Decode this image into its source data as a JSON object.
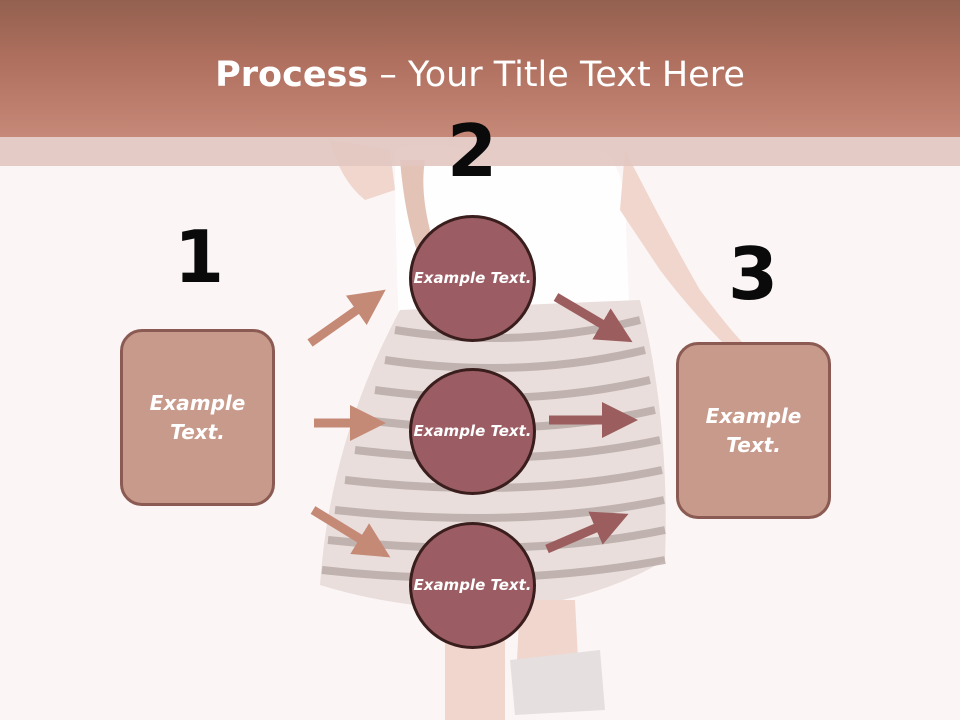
{
  "title": {
    "bold": "Process",
    "rest": " – Your Title Text Here"
  },
  "steps": [
    {
      "number": "1"
    },
    {
      "number": "2"
    },
    {
      "number": "3"
    }
  ],
  "left_box": {
    "text": "Example Text."
  },
  "right_box": {
    "text": "Example Text."
  },
  "circles": [
    {
      "text": "Example Text."
    },
    {
      "text": "Example Text."
    },
    {
      "text": "Example Text."
    }
  ],
  "colors": {
    "header": "#b0705f",
    "box_fill": "#c89a8b",
    "circle_fill": "#9b5d63",
    "arrow_light": "#c58a76",
    "arrow_dark": "#9b5d5d"
  }
}
